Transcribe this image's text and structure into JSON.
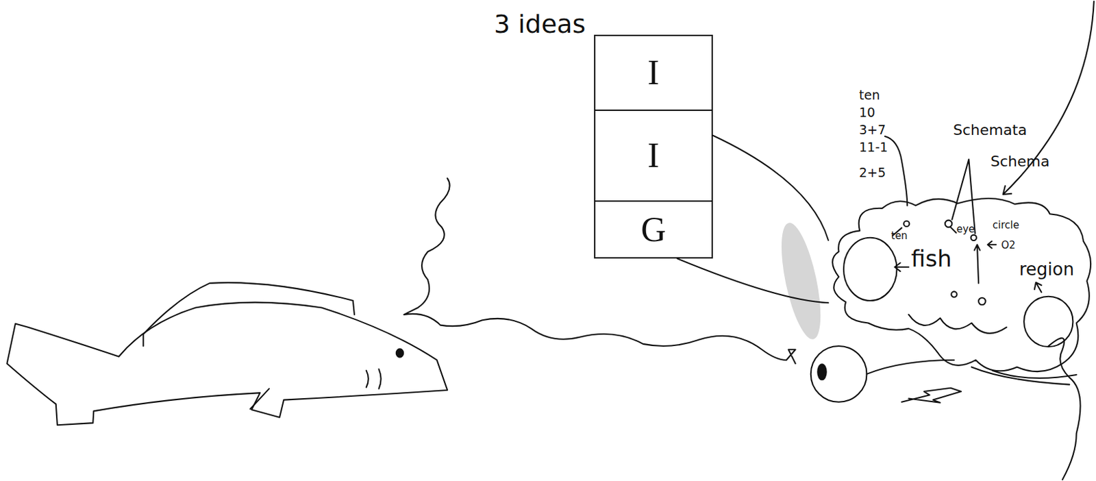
{
  "diagram": {
    "nodes": [
      {
        "text": [
          "3 ideas"
        ]
      },
      {
        "text": [
          "I"
        ],
        "in": 0
      },
      {
        "text": [
          "I"
        ],
        "in": 0
      },
      {
        "text": [
          "G"
        ],
        "in": 0
      },
      {
        "text": [
          "ten",
          "eye",
          "circle",
          "O2",
          "fish",
          "region"
        ]
      }
    ],
    "edges": [
      {
        "from": 0,
        "to": 4,
        "arrow": "none"
      },
      {
        "from": 0,
        "to": 4,
        "arrow": "none"
      }
    ],
    "labels": [
      "ten",
      "10",
      "3+7",
      "11-1",
      "2+5",
      "Schemata",
      "Schema"
    ]
  }
}
